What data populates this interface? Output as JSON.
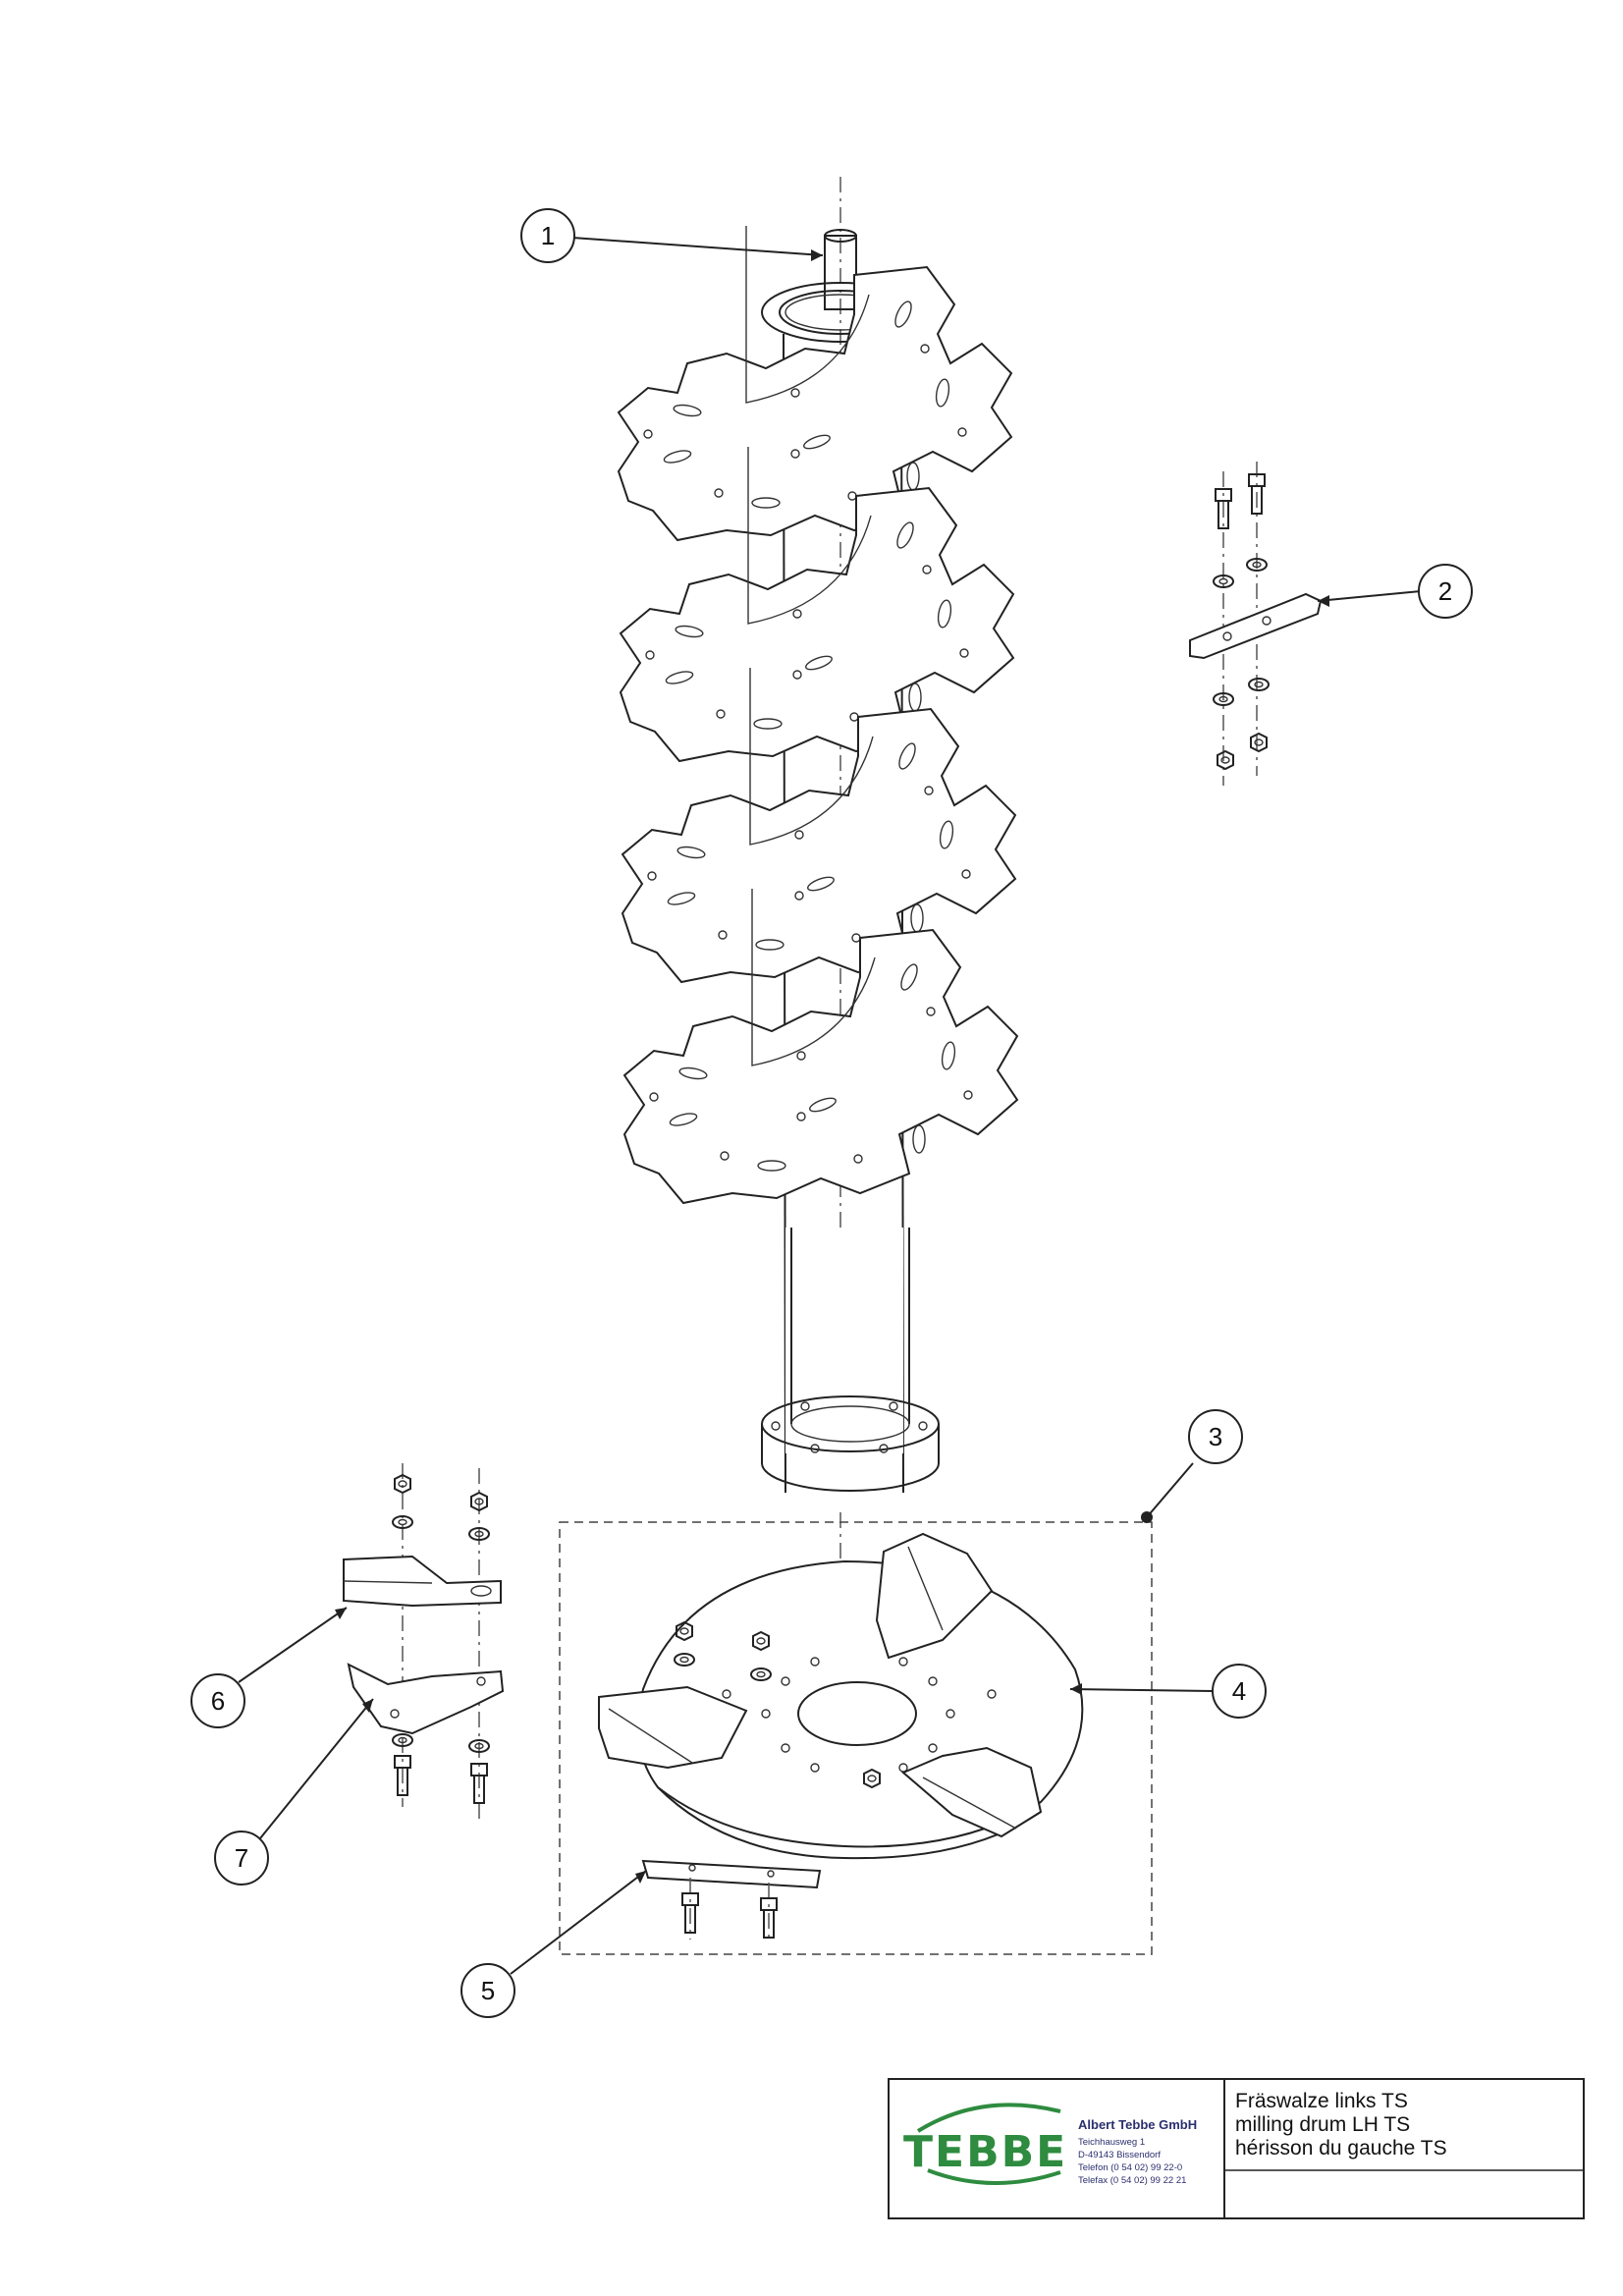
{
  "callouts": [
    {
      "label": "1",
      "part": "drive-shaft"
    },
    {
      "label": "2",
      "part": "blade-set-upper"
    },
    {
      "label": "3",
      "part": "base-assembly"
    },
    {
      "label": "4",
      "part": "base-disc"
    },
    {
      "label": "5",
      "part": "scraper-bar"
    },
    {
      "label": "6",
      "part": "deflector-plate"
    },
    {
      "label": "7",
      "part": "cutting-blade"
    }
  ],
  "title_block": {
    "logo_text": "TEBBE",
    "company": "Albert Tebbe GmbH",
    "address_line1": "Teichhausweg 1",
    "address_line2": "D-49143 Bissendorf",
    "phone": "Telefon (0 54 02) 99 22-0",
    "fax": "Telefax (0 54 02) 99 22 21",
    "title_de": "Fräswalze links TS",
    "title_en": "milling drum LH TS",
    "title_fr": "hérisson du gauche TS"
  },
  "colors": {
    "logo_green": "#2e8b3f",
    "company_blue": "#2b2f6e",
    "line": "#222222"
  }
}
